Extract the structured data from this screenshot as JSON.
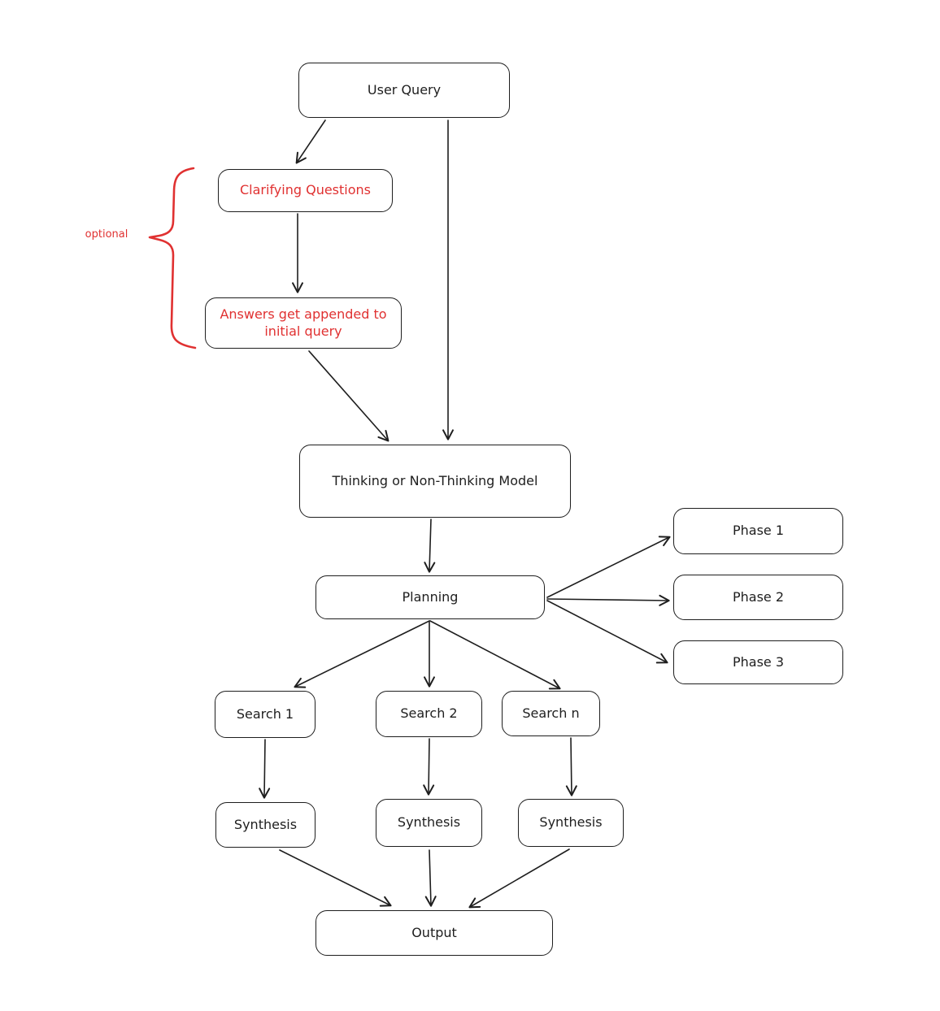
{
  "diagram": {
    "background_color": "#ffffff",
    "stroke_color": "#1e1e1e",
    "accent_color": "#e03131",
    "nodes": {
      "user_query": {
        "label": "User Query"
      },
      "clarifying_questions": {
        "label": "Clarifying Questions",
        "text_color": "#e03131"
      },
      "answers_appended": {
        "label": "Answers get appended to initial query",
        "text_color": "#e03131"
      },
      "thinking_model": {
        "label": "Thinking or Non-Thinking Model"
      },
      "planning": {
        "label": "Planning"
      },
      "phase_1": {
        "label": "Phase 1"
      },
      "phase_2": {
        "label": "Phase 2"
      },
      "phase_3": {
        "label": "Phase 3"
      },
      "search_1": {
        "label": "Search 1"
      },
      "search_2": {
        "label": "Search 2"
      },
      "search_n": {
        "label": "Search n"
      },
      "synthesis_1": {
        "label": "Synthesis"
      },
      "synthesis_2": {
        "label": "Synthesis"
      },
      "synthesis_3": {
        "label": "Synthesis"
      },
      "output": {
        "label": "Output"
      }
    },
    "annotations": {
      "optional": {
        "label": "optional",
        "text_color": "#e03131"
      }
    },
    "edges": [
      "user_query -> clarifying_questions",
      "user_query -> thinking_model",
      "clarifying_questions -> answers_appended",
      "answers_appended -> thinking_model",
      "thinking_model -> planning",
      "planning -> phase_1",
      "planning -> phase_2",
      "planning -> phase_3",
      "planning -> search_1",
      "planning -> search_2",
      "planning -> search_n",
      "search_1 -> synthesis_1",
      "search_2 -> synthesis_2",
      "search_n -> synthesis_3",
      "synthesis_1 -> output",
      "synthesis_2 -> output",
      "synthesis_3 -> output"
    ]
  }
}
